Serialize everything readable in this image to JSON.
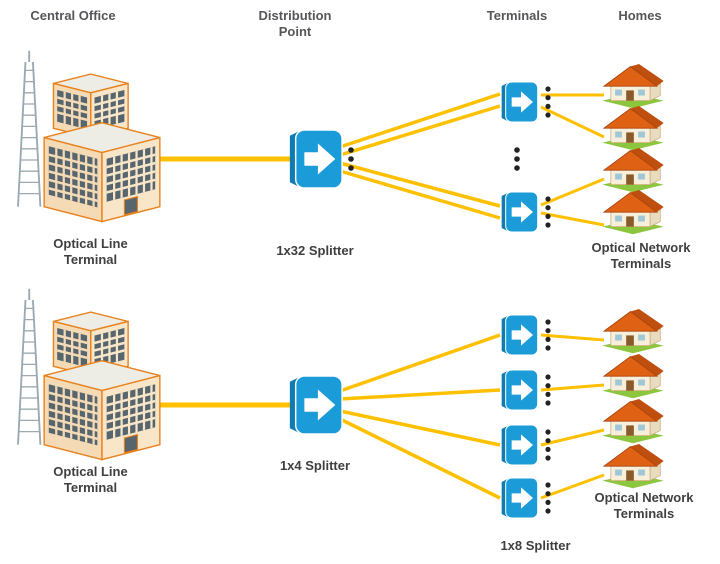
{
  "headers": {
    "central_office": "Central Office",
    "distribution_point": "Distribution Point",
    "terminals": "Terminals",
    "homes": "Homes"
  },
  "top_pon": {
    "olt_label": "Optical Line Terminal",
    "splitter_label": "1x32 Splitter",
    "ont_label": "Optical Network Terminals",
    "home_count": 4,
    "terminal_splitter_count": 2
  },
  "bottom_pon": {
    "olt_label": "Optical Line Terminal",
    "splitter_label": "1x4 Splitter",
    "terminal_splitter_label": "1x8 Splitter",
    "ont_label": "Optical Network Terminals",
    "home_count": 4,
    "terminal_splitter_count": 4
  },
  "icons": {
    "building": "central-office-building-icon",
    "splitter": "optical-splitter-arrow-icon",
    "house": "home-icon",
    "dots": "more-items-ellipsis-icon",
    "tower": "antenna-tower-icon"
  },
  "colors": {
    "fiber_line": "#FFC000",
    "splitter_blue": "#1B9CD8",
    "splitter_blue_dark": "#0E7CB0",
    "building_outline": "#E8821E",
    "building_wall": "#F5DBB5",
    "window": "#57656E",
    "house_roof": "#DE6114",
    "lawn": "#8CC63F",
    "label_text": "#3F3F3F"
  }
}
